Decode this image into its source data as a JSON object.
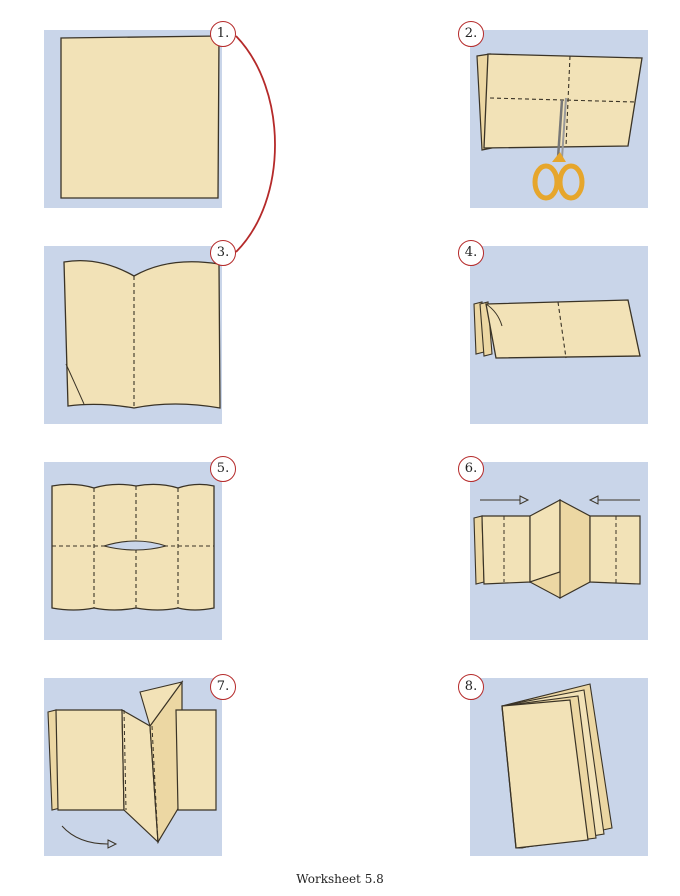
{
  "steps": [
    "1.",
    "2.",
    "3.",
    "4.",
    "5.",
    "6.",
    "7.",
    "8."
  ],
  "caption": "Worksheet 5.8",
  "colors": {
    "panel": "#c9d5e9",
    "paper": "#f2e2b7",
    "outline": "#3a3326",
    "connector": "#b52a2a",
    "scissors": "#e6a62c"
  }
}
